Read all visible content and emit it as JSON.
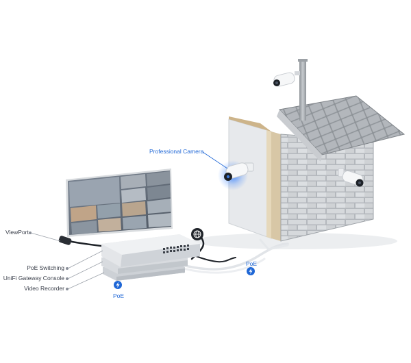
{
  "labels": {
    "viewport": "ViewPort",
    "poe_switching": "PoE Switching",
    "gateway_console": "UniFi Gateway Console",
    "video_recorder": "Video Recorder",
    "professional_camera": "Professional Camera",
    "poe_left": "PoE",
    "poe_right": "PoE"
  },
  "colors": {
    "accent_blue": "#1f67d6",
    "label_gray": "#3a3f4a",
    "device_silver": "#dfe2e6"
  },
  "icons": {
    "internet": "globe-icon",
    "power": "lightning-bolt-icon"
  }
}
